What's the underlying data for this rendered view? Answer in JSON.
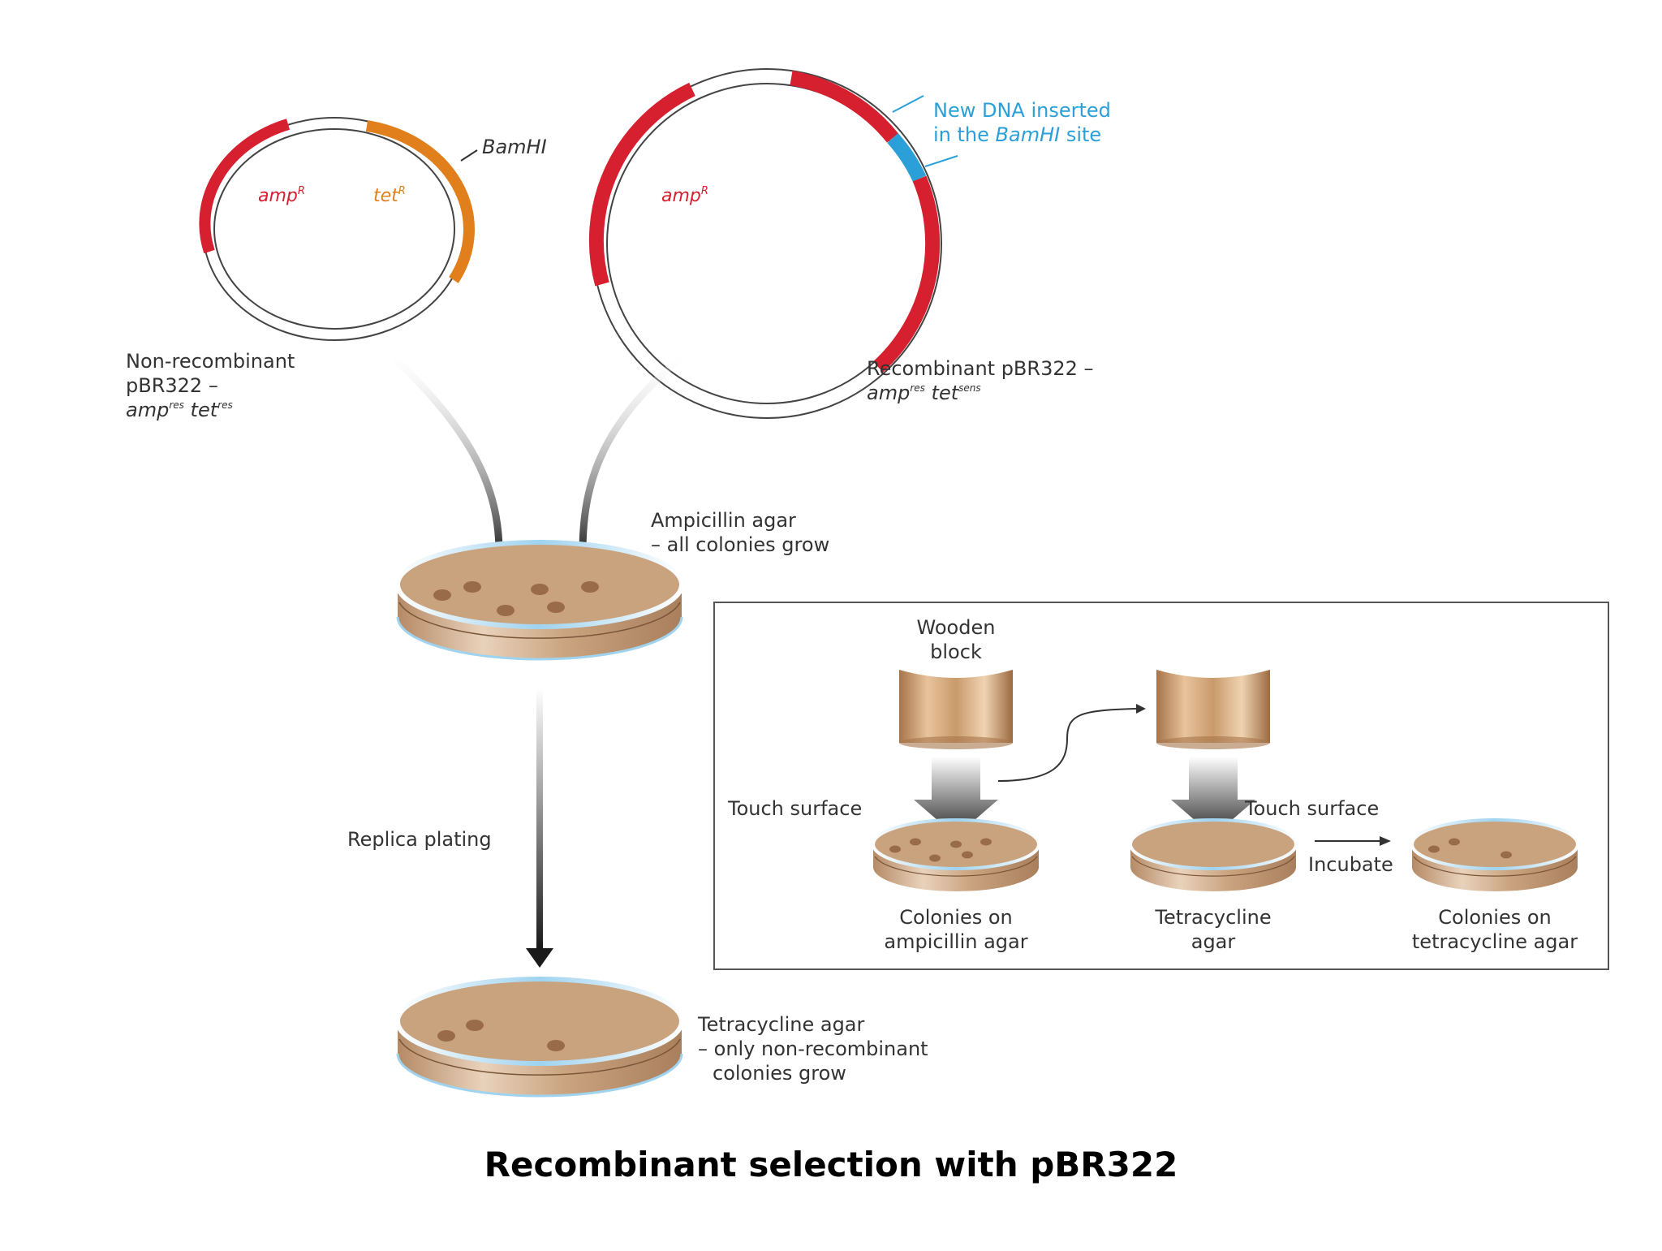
{
  "plasmids": {
    "nonrecombinant": {
      "bam_label": "BamHI",
      "amp_gene": "amp",
      "amp_sup": "R",
      "tet_gene": "tet",
      "tet_sup": "R",
      "caption_line1": "Non-recombinant",
      "caption_line2": "pBR322 –",
      "caption_amp": "amp",
      "caption_amp_sup": "res",
      "caption_tet": "tet",
      "caption_tet_sup": "res"
    },
    "recombinant": {
      "insert_line1": "New DNA inserted",
      "insert_line2_prefix": "in the ",
      "insert_line2_italic": "BamHI",
      "insert_line2_suffix": " site",
      "amp_gene": "amp",
      "amp_sup": "R",
      "caption_line1": "Recombinant pBR322 –",
      "caption_amp": "amp",
      "caption_amp_sup": "res",
      "caption_tet": "tet",
      "caption_tet_sup": "sens"
    }
  },
  "plates": {
    "ampicillin_line1": "Ampicillin agar",
    "ampicillin_line2": "– all colonies grow",
    "replica_plating": "Replica plating",
    "tetracycline_line1": "Tetracycline agar",
    "tetracycline_line2": "– only non-recombinant",
    "tetracycline_line3": "colonies grow"
  },
  "inset": {
    "wooden_block_line1": "Wooden",
    "wooden_block_line2": "block",
    "touch_surface_left": "Touch surface",
    "touch_surface_right": "Touch surface",
    "incubate": "Incubate",
    "plate1_line1": "Colonies on",
    "plate1_line2": "ampicillin agar",
    "plate2_line1": "Tetracycline",
    "plate2_line2": "agar",
    "plate3_line1": "Colonies on",
    "plate3_line2": "tetracycline agar"
  },
  "caption": "Recombinant selection with pBR322",
  "colors": {
    "amp_red": "#d6202f",
    "tet_orange": "#e07f1c",
    "insert_blue": "#2a9fd8",
    "agar": "#c9a27e",
    "colony": "#9a6b48",
    "wood": "#d9b48c",
    "text": "#333333"
  }
}
